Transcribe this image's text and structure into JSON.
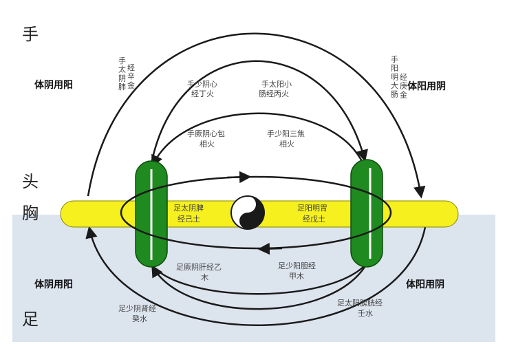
{
  "side_labels": {
    "hand": "手",
    "head": "头",
    "chest": "胸",
    "foot": "足"
  },
  "principles": {
    "left_top": "体阴用阳",
    "right_top": "体阳用阴",
    "left_bottom": "体阴用阳",
    "right_bottom": "体阳用阴"
  },
  "meridians": {
    "lung": [
      "手太阴肺",
      "经辛金"
    ],
    "large_intestine": [
      "手阳明大肠",
      "经庚金"
    ],
    "heart": [
      "手少阴心",
      "经丁火"
    ],
    "small_intestine": [
      "手太阳小",
      "肠经丙火"
    ],
    "pericardium": [
      "手厥阴心包",
      "相火"
    ],
    "triple_burner": [
      "手少阳三焦",
      "相火"
    ],
    "spleen": [
      "足太阴脾",
      "经己土"
    ],
    "stomach": [
      "足阳明胃",
      "经戊土"
    ],
    "liver": [
      "足厥阴肝经乙",
      "木"
    ],
    "gallbladder": [
      "足少阳胆经",
      "甲木"
    ],
    "kidney": [
      "足少阴肾经",
      "癸水"
    ],
    "bladder": [
      "足太阳膀胱经",
      "壬水"
    ]
  },
  "colors": {
    "bar_yellow": "#f5f01e",
    "pillar_green": "#1f8a1f",
    "lower_bg": "#dce4ee",
    "arrow": "#1a1a1a"
  },
  "icons": {
    "center": "yin-yang-icon"
  }
}
